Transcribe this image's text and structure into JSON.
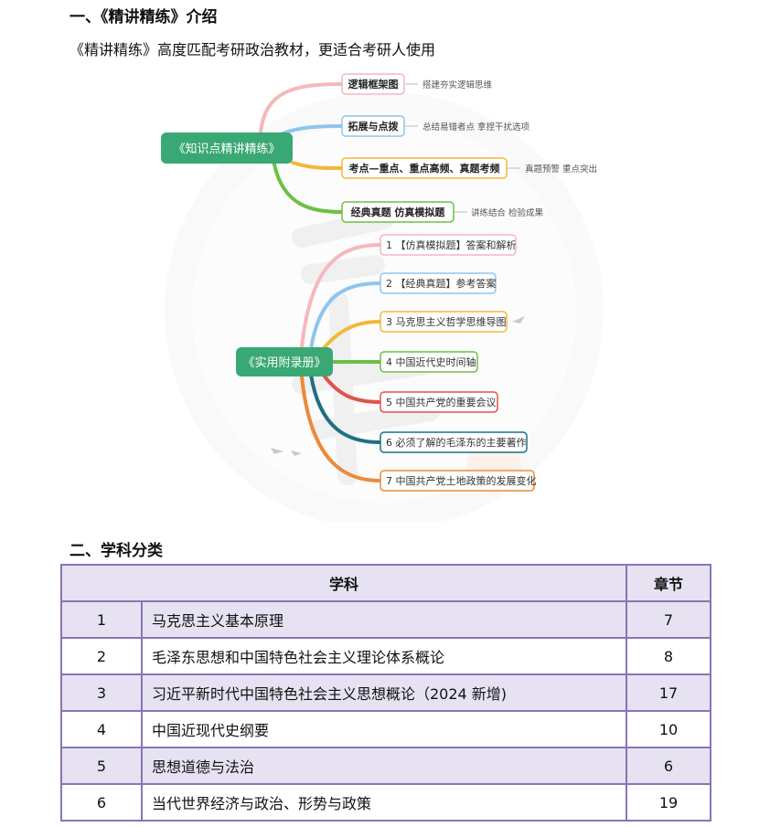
{
  "section1": {
    "heading": "一、《精讲精练》介绍",
    "intro": "《精讲精练》高度匹配考研政治教材，更适合考研人使用"
  },
  "mindmap": {
    "root1": {
      "label": "《知识点精讲精练》",
      "branches": [
        {
          "label": "逻辑框架图",
          "note": "搭建夯实逻辑思维",
          "color": "#f4b8bc"
        },
        {
          "label": "拓展与点拨",
          "note": "总结易错者点  拿捏干扰选项",
          "color": "#8ec5ee"
        },
        {
          "label": "考点—重点、重点高频、真题考频",
          "note": "真题预警  重点突出",
          "color": "#f4b73a"
        },
        {
          "label": "经典真题  仿真模拟题",
          "note": "讲练结合  检验成果",
          "color": "#6cbf45"
        }
      ]
    },
    "root2": {
      "label": "《实用附录册》",
      "branches": [
        {
          "label": "1 【仿真模拟题】答案和解析",
          "color": "#f4b8bc"
        },
        {
          "label": "2 【经典真题】参考答案",
          "color": "#8ec5ee"
        },
        {
          "label": "3 马克思主义哲学思维导图",
          "color": "#f4b73a"
        },
        {
          "label": "4 中国近代史时间轴",
          "color": "#6cbf45"
        },
        {
          "label": "5 中国共产党的重要会议",
          "color": "#e0534a"
        },
        {
          "label": "6 必须了解的毛泽东的主要著作",
          "color": "#1f6f86"
        },
        {
          "label": "7 中国共产党土地政策的发展变化",
          "color": "#ec8a3a"
        }
      ]
    }
  },
  "section2": {
    "heading": "二、学科分类",
    "table": {
      "headers": [
        "学科",
        "章节"
      ],
      "rows": [
        {
          "index": "1",
          "subject": "马克思主义基本原理",
          "chapters": "7"
        },
        {
          "index": "2",
          "subject": "毛泽东思想和中国特色社会主义理论体系概论",
          "chapters": "8"
        },
        {
          "index": "3",
          "subject": "习近平新时代中国特色社会主义思想概论（2024 新增)",
          "chapters": "17"
        },
        {
          "index": "4",
          "subject": "中国近现代史纲要",
          "chapters": "10"
        },
        {
          "index": "5",
          "subject": "思想道德与法治",
          "chapters": "6"
        },
        {
          "index": "6",
          "subject": "当代世界经济与政治、形势与政策",
          "chapters": "19"
        }
      ]
    }
  }
}
